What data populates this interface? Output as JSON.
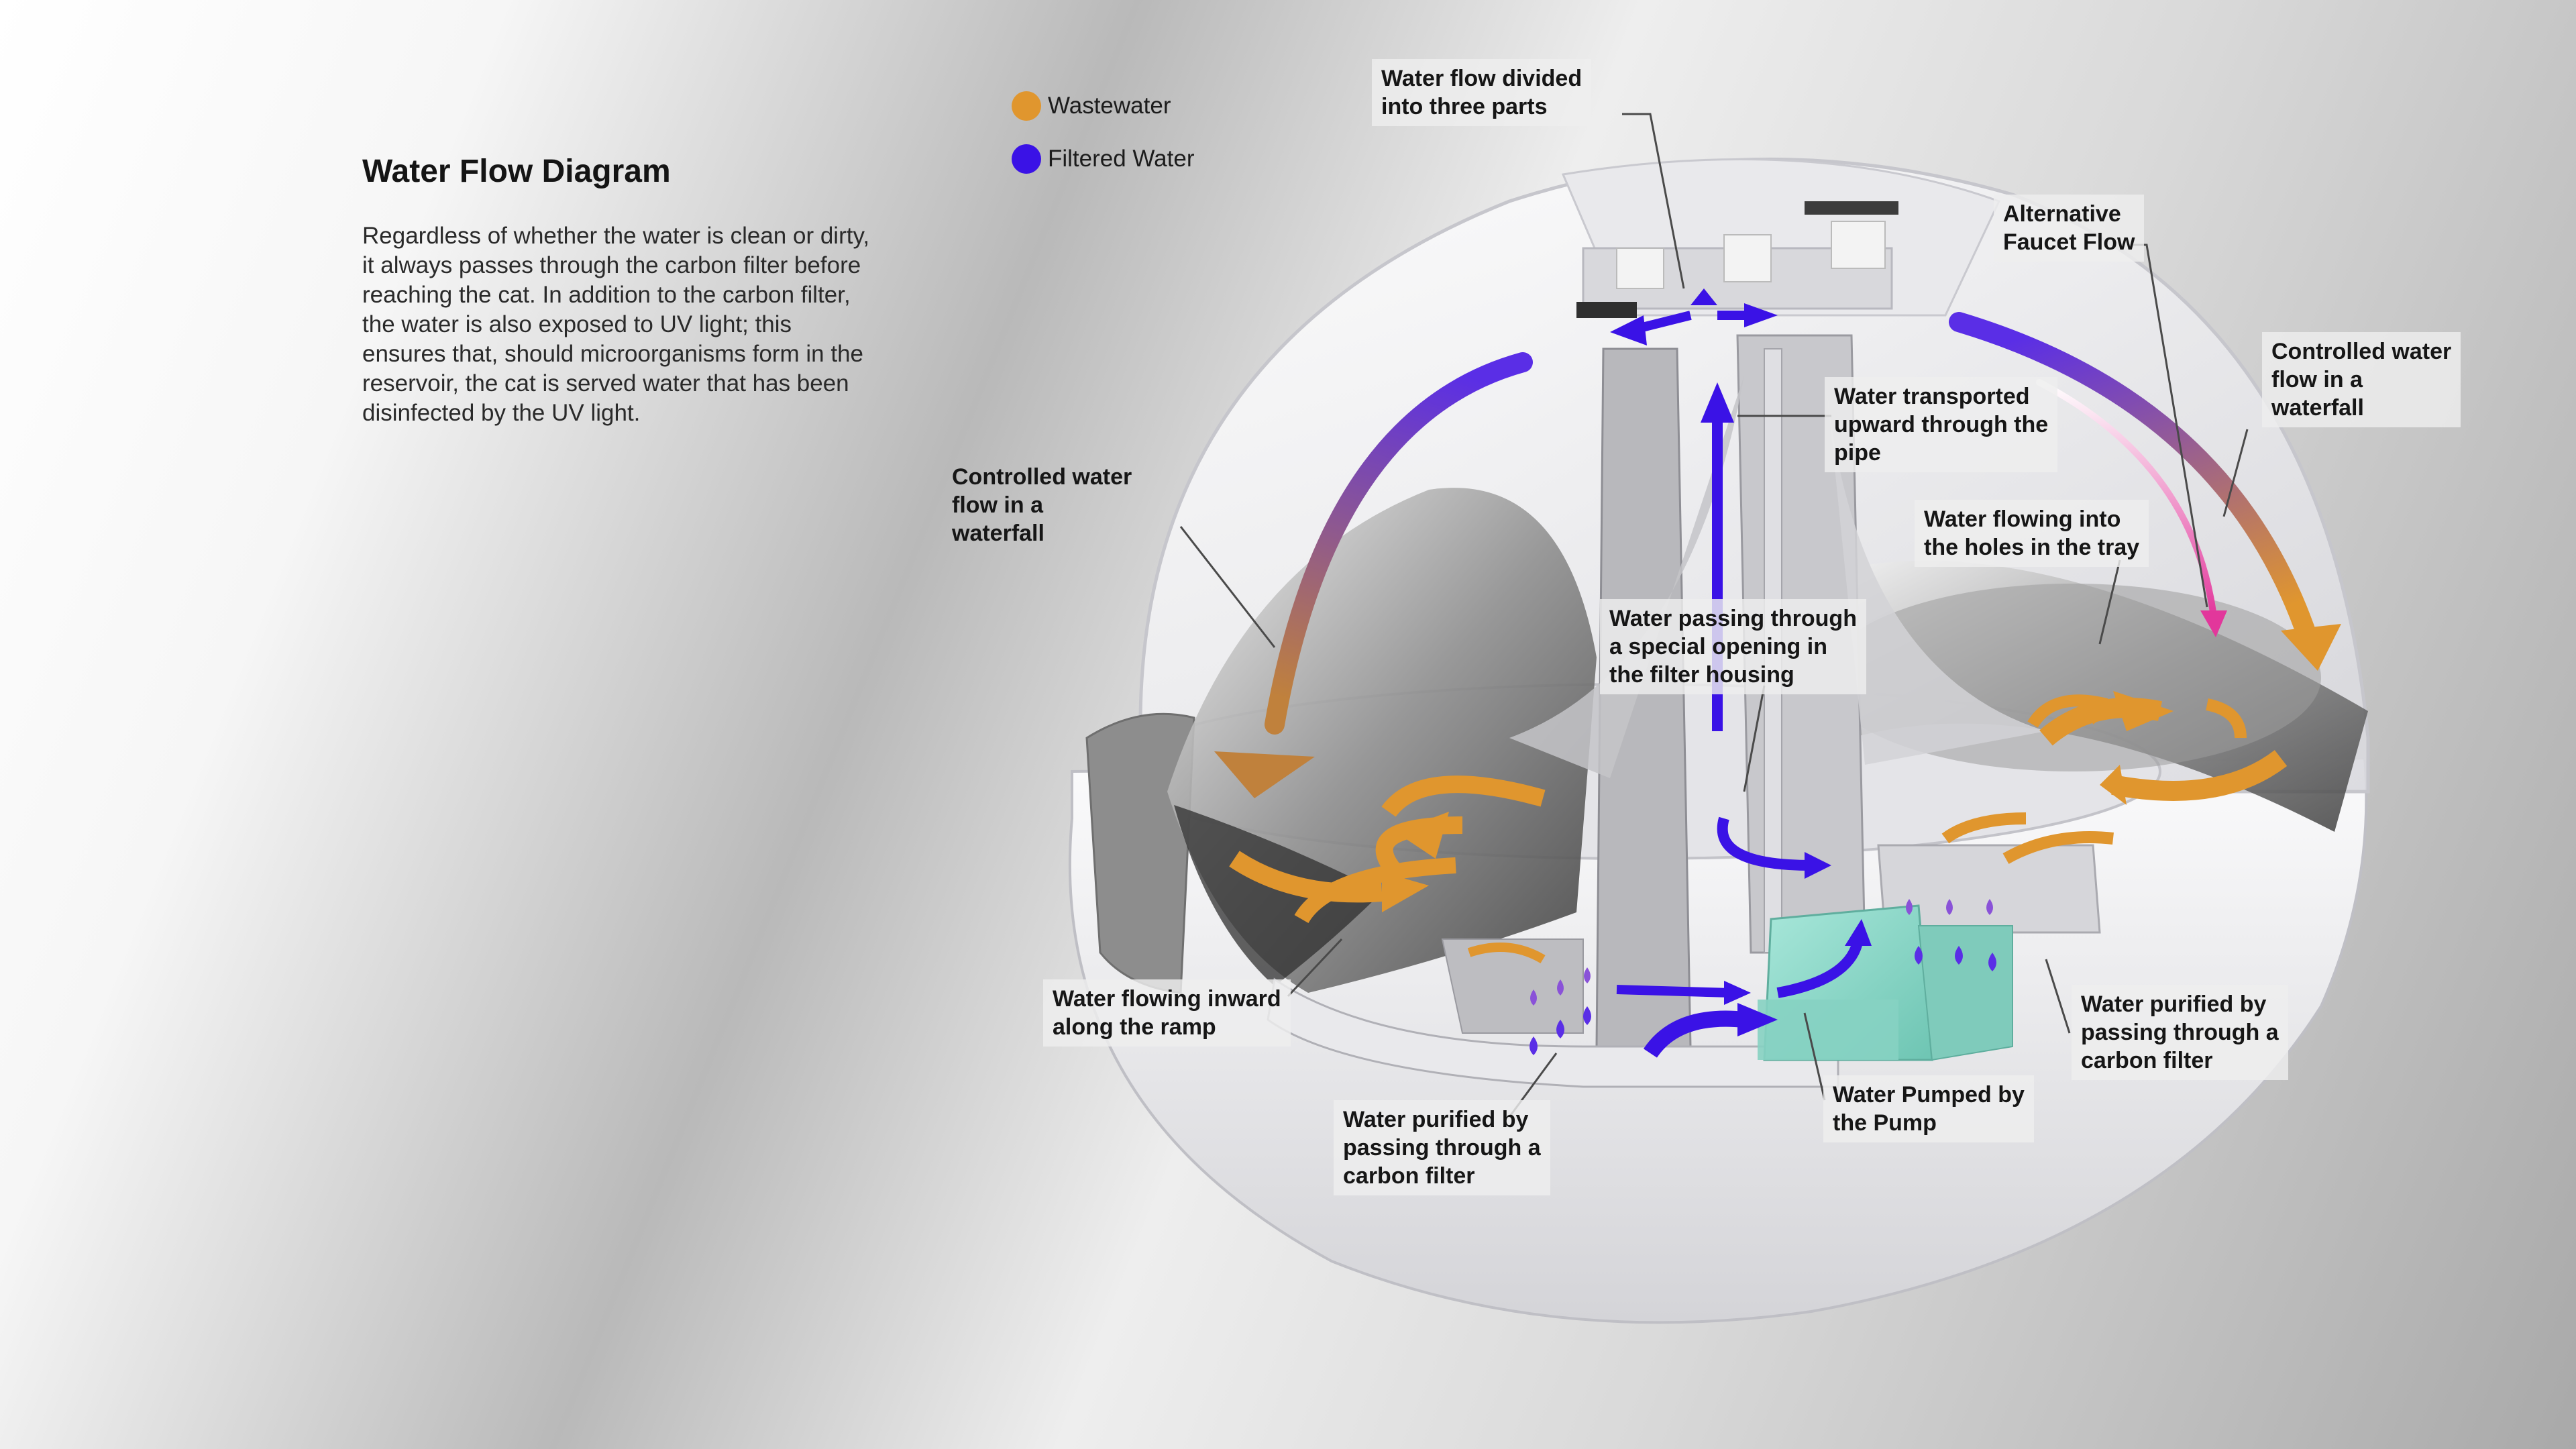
{
  "header": {
    "title": "Water Flow Diagram",
    "description": "Regardless of whether the water is clean or dirty, it always passes through the carbon filter before reaching the cat. In addition to the carbon filter, the water is also exposed to UV light; this ensures that, should microorganisms form in the reservoir, the cat is served water that has been disinfected by the UV light."
  },
  "legend": [
    {
      "label": "Wastewater",
      "color": "#E0962E"
    },
    {
      "label": "Filtered Water",
      "color": "#3A12E6"
    }
  ],
  "callouts": {
    "divided": [
      "Water flow divided",
      "into three parts"
    ],
    "faucet": [
      "Alternative",
      "Faucet Flow"
    ],
    "waterfall_right": [
      "Controlled water",
      "flow in a",
      "waterfall"
    ],
    "pipe": [
      "Water transported",
      "upward through the",
      "pipe"
    ],
    "holes": [
      "Water flowing into",
      "the holes in the tray"
    ],
    "waterfall_left": [
      "Controlled water",
      "flow in a",
      "waterfall"
    ],
    "opening": [
      "Water passing through",
      "a special opening in",
      "the filter housing"
    ],
    "ramp": [
      "Water flowing inward",
      "along the ramp"
    ],
    "carbon_right": [
      "Water purified by",
      "passing through a",
      "carbon filter"
    ],
    "pump": [
      "Water Pumped by",
      "the Pump"
    ],
    "carbon_left": [
      "Water purified by",
      "passing through a",
      "carbon filter"
    ]
  },
  "colors": {
    "wastewater": "#E0962E",
    "filtered": "#3A12E6",
    "faucet_flow": "#E2379B",
    "carbon_filter": "#8FDACB",
    "leader_line": "#4a4a4a"
  }
}
